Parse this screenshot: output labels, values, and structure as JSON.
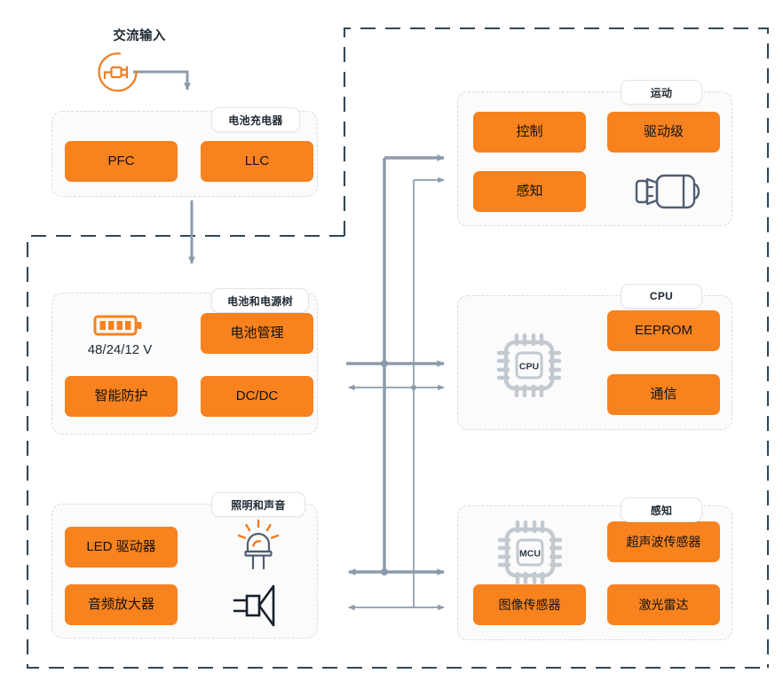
{
  "diagram": {
    "title_text": "交流输入",
    "colors": {
      "accent_orange": "#f7821e",
      "bus_line": "#8c9bab",
      "outer_boundary": "#2f4858",
      "panel_border": "#d8dade",
      "icon_slate": "#4f5d72",
      "icon_gray": "#c3c9d0"
    }
  },
  "source": {
    "label": "交流输入",
    "icon": "ac-plug-icon"
  },
  "groups": [
    {
      "id": "battery-charger",
      "label": "电池充电器",
      "blocks": [
        {
          "id": "pfc",
          "label": "PFC"
        },
        {
          "id": "llc",
          "label": "LLC"
        }
      ]
    },
    {
      "id": "battery-power-tree",
      "label": "电池和电源树",
      "voltage_label": "48/24/12 V",
      "icon": "battery-icon",
      "blocks": [
        {
          "id": "battery-management",
          "label": "电池管理"
        },
        {
          "id": "smart-protection",
          "label": "智能防护"
        },
        {
          "id": "dcdc",
          "label": "DC/DC"
        }
      ]
    },
    {
      "id": "lighting-and-sound",
      "label": "照明和声音",
      "icons": [
        "led-lamp-icon",
        "speaker-icon"
      ],
      "blocks": [
        {
          "id": "led-driver",
          "label": "LED 驱动器"
        },
        {
          "id": "audio-amplifier",
          "label": "音频放大器"
        }
      ]
    },
    {
      "id": "motion",
      "label": "运动",
      "icon": "motor-icon",
      "blocks": [
        {
          "id": "control",
          "label": "控制"
        },
        {
          "id": "drive-stage",
          "label": "驱动级"
        },
        {
          "id": "sensing",
          "label": "感知"
        }
      ]
    },
    {
      "id": "cpu",
      "label": "CPU",
      "icon": "cpu-chip-icon",
      "icon_text": "CPU",
      "blocks": [
        {
          "id": "eeprom",
          "label": "EEPROM"
        },
        {
          "id": "communication",
          "label": "通信"
        }
      ]
    },
    {
      "id": "perception",
      "label": "感知",
      "icon": "mcu-chip-icon",
      "icon_text": "MCU",
      "blocks": [
        {
          "id": "ultrasonic-sensor",
          "label": "超声波传感器"
        },
        {
          "id": "image-sensor",
          "label": "图像传感器"
        },
        {
          "id": "lidar",
          "label": "激光雷达"
        }
      ]
    }
  ]
}
